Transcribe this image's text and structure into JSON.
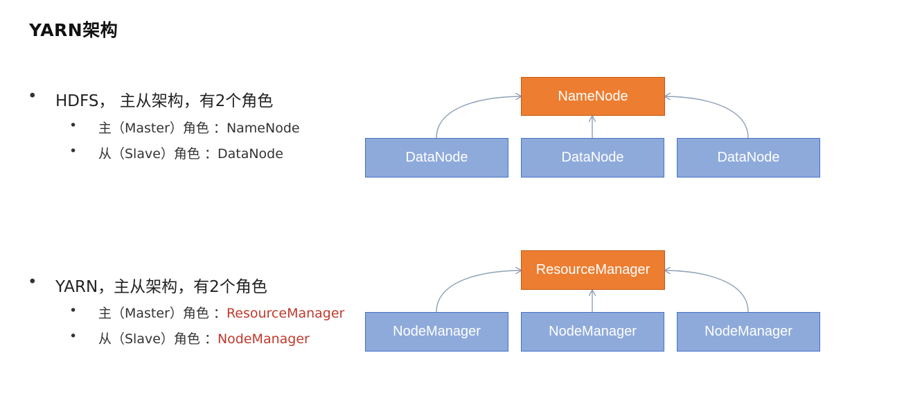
{
  "title": "YARN架构",
  "hdfs": {
    "heading": "HDFS， 主从架构，有2个角色",
    "master_prefix": "主（Master）角色 ：",
    "master_value": "NameNode",
    "slave_prefix": "从（Slave）角色  ：",
    "slave_value": "DataNode",
    "diagram": {
      "master": "NameNode",
      "workers": [
        "DataNode",
        "DataNode",
        "DataNode"
      ]
    }
  },
  "yarn": {
    "heading": "YARN，主从架构，有2个角色",
    "master_prefix": "主（Master）角色 ：",
    "master_value": "ResourceManager",
    "slave_prefix": "从（Slave）角色 ：",
    "slave_value": "NodeManager",
    "diagram": {
      "master": "ResourceManager",
      "workers": [
        "NodeManager",
        "NodeManager",
        "NodeManager"
      ]
    }
  },
  "colors": {
    "master_box": "#ed7d31",
    "worker_box": "#8eaadb",
    "highlight_text": "#c0392b",
    "arrow": "#8ea0b8"
  }
}
